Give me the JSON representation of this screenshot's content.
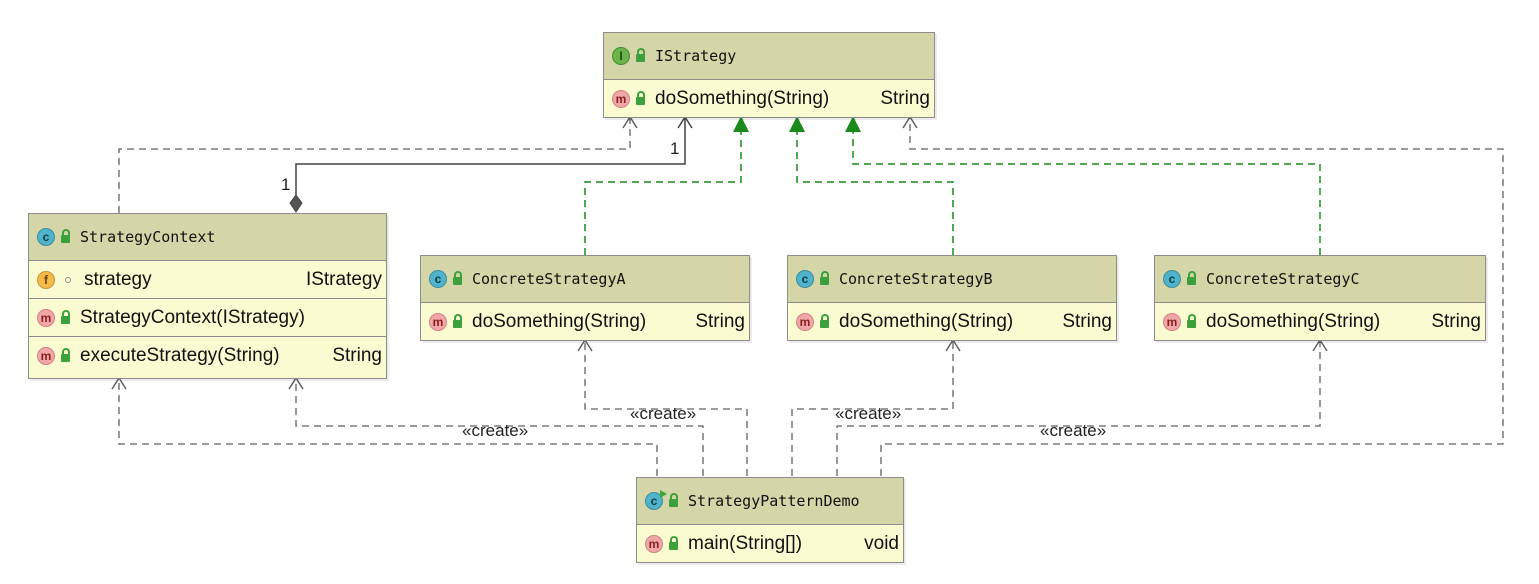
{
  "colors": {
    "header": "#d4d6a7",
    "body": "#fbfbd2",
    "border": "#8c8c8c",
    "realization": "#1a8a1a",
    "dependency": "#606060"
  },
  "nodes": {
    "istrategy": {
      "kind_icon": "I",
      "title": "IStrategy",
      "methods": [
        {
          "icon": "m",
          "name": "doSomething(String)",
          "type": "String"
        }
      ]
    },
    "context": {
      "kind_icon": "c",
      "title": "StrategyContext",
      "fields": [
        {
          "icon": "f",
          "name": "strategy",
          "type": "IStrategy"
        }
      ],
      "methods": [
        {
          "icon": "m",
          "name": "StrategyContext(IStrategy)",
          "type": ""
        },
        {
          "icon": "m",
          "name": "executeStrategy(String)",
          "type": "String"
        }
      ]
    },
    "strategy_a": {
      "kind_icon": "c",
      "title": "ConcreteStrategyA",
      "methods": [
        {
          "icon": "m",
          "name": "doSomething(String)",
          "type": "String"
        }
      ]
    },
    "strategy_b": {
      "kind_icon": "c",
      "title": "ConcreteStrategyB",
      "methods": [
        {
          "icon": "m",
          "name": "doSomething(String)",
          "type": "String"
        }
      ]
    },
    "strategy_c": {
      "kind_icon": "c",
      "title": "ConcreteStrategyC",
      "methods": [
        {
          "icon": "m",
          "name": "doSomething(String)",
          "type": "String"
        }
      ]
    },
    "demo": {
      "kind_icon": "c",
      "title": "StrategyPatternDemo",
      "methods": [
        {
          "icon": "m",
          "name": "main(String[])",
          "type": "void"
        }
      ]
    }
  },
  "labels": {
    "multiplicity_target": "1",
    "multiplicity_source": "1",
    "create_a": "«create»",
    "create_b": "«create»",
    "create_c": "«create»",
    "create_context": "«create»"
  }
}
